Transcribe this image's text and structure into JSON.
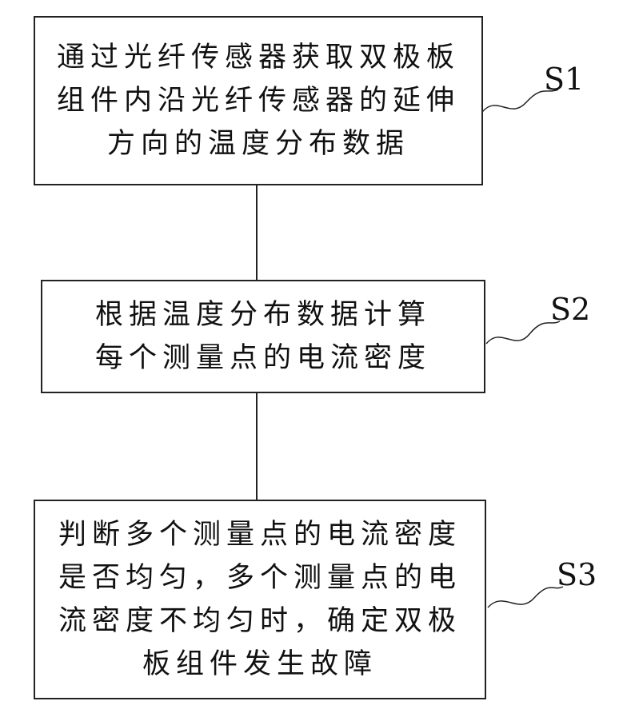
{
  "steps": [
    {
      "id": "S1",
      "label": "S1",
      "text": "通过光纤传感器获取双极板组件内沿光纤传感器的延伸方向的温度分布数据"
    },
    {
      "id": "S2",
      "label": "S2",
      "text": "根据温度分布数据计算每个测量点的电流密度"
    },
    {
      "id": "S3",
      "label": "S3",
      "text": "判断多个测量点的电流密度是否均匀，多个测量点的电流密度不均匀时，确定双极板组件发生故障"
    }
  ],
  "colors": {
    "stroke": "#222222",
    "text": "#111111",
    "background": "#ffffff"
  }
}
